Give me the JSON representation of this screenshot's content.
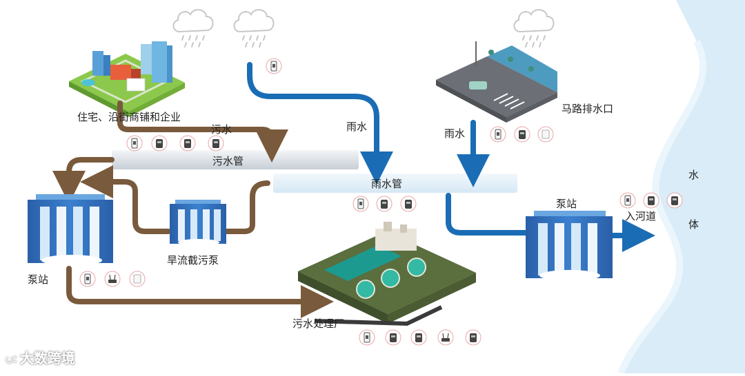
{
  "labels": {
    "residential": "住宅、沿街商铺和企业",
    "sewage_flow": "污水",
    "sewage_pipe": "污水管",
    "rain_left": "雨水",
    "rain_right": "雨水",
    "road_outlet": "马路排水口",
    "rain_pipe": "雨水管",
    "pump_left": "泵站",
    "pump_right": "泵站",
    "dry_pump": "旱流截污泵",
    "treatment": "污水处理厂",
    "river_entry": "入河道",
    "water_body_1": "水",
    "water_body_2": "体"
  },
  "watermark": {
    "logo_text": "ပ꧇",
    "text": "大数跨境"
  },
  "colors": {
    "sewage": "#7a5a3c",
    "rain": "#1a6db5",
    "pipe": "#e4e9ee",
    "rain_pipe": "#e6f1f8",
    "pump_blue": "#2f6fbd",
    "river": "#d9ecf8",
    "ground": "#5a6e3e",
    "badge_stroke": "#e06b6b"
  },
  "icons": {
    "cloud": "rain-cloud-icon",
    "sensor": "water-sensor-icon",
    "meter": "flow-meter-icon",
    "gateway": "gateway-router-icon",
    "camera": "camera-icon"
  }
}
